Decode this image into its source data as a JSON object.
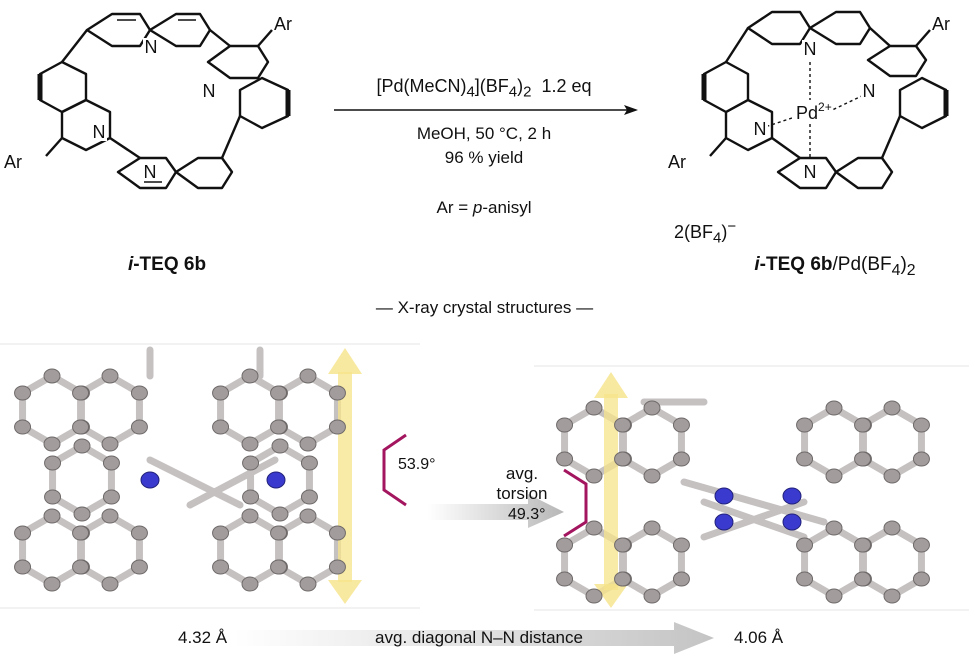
{
  "reaction": {
    "reagent_main": "[Pd(MeCN)",
    "reagent_sub1": "4",
    "reagent_mid": "](BF",
    "reagent_sub2": "4",
    "reagent_end": ")",
    "reagent_sub3": "2",
    "equiv": "1.2 eq",
    "solvent": "MeOH, 50 °C, 2 h",
    "yield": "96 % yield",
    "ar_def_prefix": "Ar = ",
    "ar_def_italic": "p",
    "ar_def_suffix": "-anisyl"
  },
  "left_molecule": {
    "label_italic": "i",
    "label_rest": "-TEQ 6b",
    "atoms": {
      "n": "N",
      "ar": "Ar"
    }
  },
  "right_molecule": {
    "label_italic": "i",
    "label_bold": "-TEQ 6b",
    "label_tail": "/Pd(BF",
    "label_sub1": "4",
    "label_close": ")",
    "label_sub2": "2",
    "metal": "Pd",
    "metal_charge": "2+",
    "counterion_pre": "2(BF",
    "counterion_sub": "4",
    "counterion_post": ")",
    "counterion_sup": "−",
    "atoms": {
      "n": "N",
      "ar": "Ar"
    }
  },
  "xray": {
    "header": "— X-ray crystal structures —",
    "torsion_left": "53.9°",
    "torsion_right": "49.3°",
    "torsion_label_line1": "avg.",
    "torsion_label_line2": "torsion",
    "nn_left": "4.32 Å",
    "nn_label": "avg. diagonal N–N distance",
    "nn_right": "4.06 Å"
  },
  "colors": {
    "nitrogen": "#3a3acf",
    "carbon": "#a39c9c",
    "bond": "#c6c1c1",
    "angle_bracket": "#a3165f",
    "axis_arrow": "#f6e48a",
    "gray_arrow": "#b7b7b7"
  }
}
